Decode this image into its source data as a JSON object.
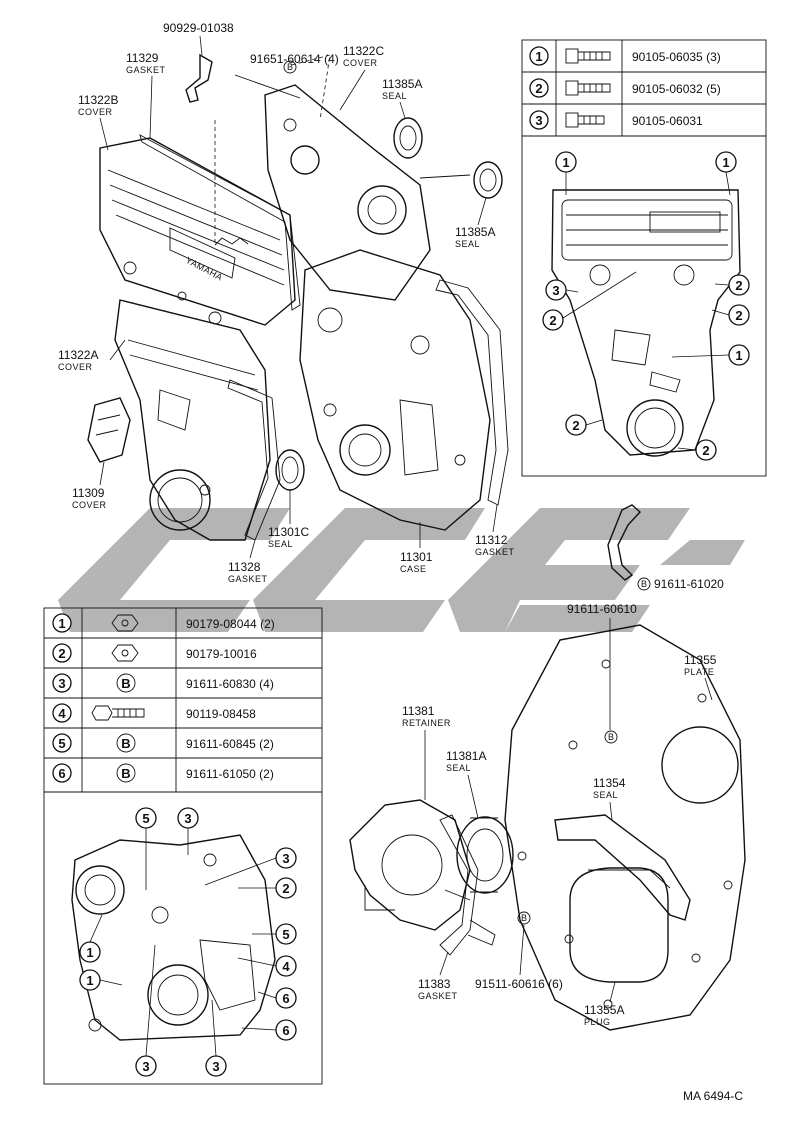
{
  "watermark": {
    "text": "CCG",
    "color": "#a8a8a8"
  },
  "drawing_code": "MA 6494-C",
  "parts": [
    {
      "id": "p_90929",
      "number": "90929-01038",
      "name": ""
    },
    {
      "id": "p_91651",
      "number": "91651-60614 (4)",
      "name": ""
    },
    {
      "id": "p_11329",
      "number": "11329",
      "name": "GASKET"
    },
    {
      "id": "p_11322C",
      "number": "11322C",
      "name": "COVER"
    },
    {
      "id": "p_11385A_1",
      "number": "11385A",
      "name": "SEAL"
    },
    {
      "id": "p_11322B",
      "number": "11322B",
      "name": "COVER"
    },
    {
      "id": "p_11385A_2",
      "number": "11385A",
      "name": "SEAL"
    },
    {
      "id": "p_11322A",
      "number": "11322A",
      "name": "COVER"
    },
    {
      "id": "p_11309",
      "number": "11309",
      "name": "COVER"
    },
    {
      "id": "p_11301C",
      "number": "11301C",
      "name": "SEAL"
    },
    {
      "id": "p_11328",
      "number": "11328",
      "name": "GASKET"
    },
    {
      "id": "p_11301",
      "number": "11301",
      "name": "CASE"
    },
    {
      "id": "p_11312",
      "number": "11312",
      "name": "GASKET"
    },
    {
      "id": "p_91611_61020",
      "number": "91611-61020",
      "name": ""
    },
    {
      "id": "p_91611_60610",
      "number": "91611-60610",
      "name": ""
    },
    {
      "id": "p_11355",
      "number": "11355",
      "name": "PLATE"
    },
    {
      "id": "p_11381",
      "number": "11381",
      "name": "RETAINER"
    },
    {
      "id": "p_11381A",
      "number": "11381A",
      "name": "SEAL"
    },
    {
      "id": "p_11354",
      "number": "11354",
      "name": "SEAL"
    },
    {
      "id": "p_11383",
      "number": "11383",
      "name": "GASKET"
    },
    {
      "id": "p_91511",
      "number": "91511-60616 (6)",
      "name": ""
    },
    {
      "id": "p_11355A",
      "number": "11355A",
      "name": "PLUG"
    }
  ],
  "bolt_table_top": [
    {
      "key": "1",
      "part": "90105-06035 (3)",
      "icon": "bolt-icon"
    },
    {
      "key": "2",
      "part": "90105-06032 (5)",
      "icon": "bolt-icon"
    },
    {
      "key": "3",
      "part": "90105-06031",
      "icon": "bolt-icon"
    }
  ],
  "fastener_table_bottom": [
    {
      "key": "1",
      "part": "90179-08044 (2)",
      "icon": "nut-icon"
    },
    {
      "key": "2",
      "part": "90179-10016",
      "icon": "nut-icon"
    },
    {
      "key": "3",
      "part": "91611-60830 (4)",
      "icon": "bolt-b-icon",
      "icon_text": "B"
    },
    {
      "key": "4",
      "part": "90119-08458",
      "icon": "bolt-icon"
    },
    {
      "key": "5",
      "part": "91611-60845 (2)",
      "icon": "bolt-b-icon",
      "icon_text": "B"
    },
    {
      "key": "6",
      "part": "91611-61050 (2)",
      "icon": "bolt-b-icon",
      "icon_text": "B"
    }
  ],
  "b_marker": "B",
  "upper_callouts": [
    "1",
    "1",
    "3",
    "2",
    "2",
    "2",
    "1",
    "2",
    "2"
  ],
  "lower_callouts": [
    "5",
    "3",
    "3",
    "2",
    "1",
    "1",
    "5",
    "4",
    "6",
    "6",
    "3",
    "3"
  ]
}
